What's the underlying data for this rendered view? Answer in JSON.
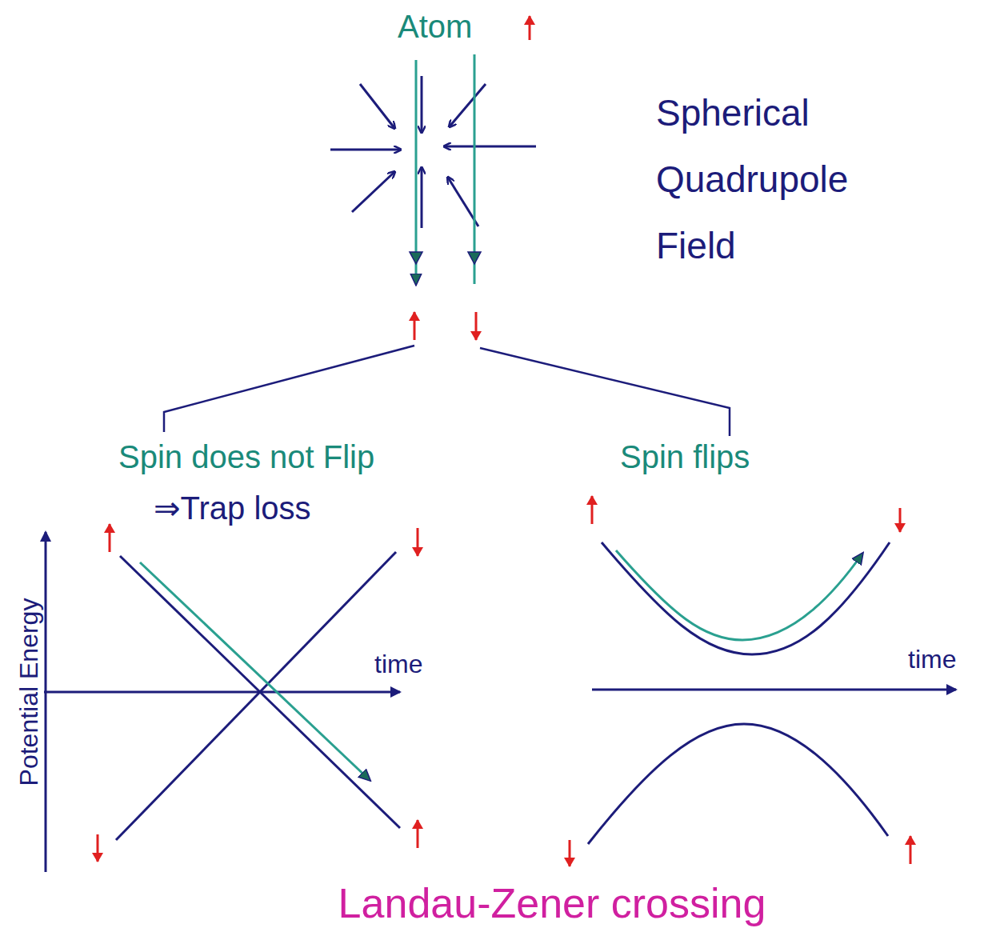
{
  "diagram": {
    "caption": "Landau-Zener crossing",
    "labels": [
      "Atom",
      "Spherical Quadrupole Field",
      "Spin does not Flip",
      "⇒Trap loss",
      "Spin flips",
      "Potential Energy",
      "time",
      "time"
    ]
  }
}
